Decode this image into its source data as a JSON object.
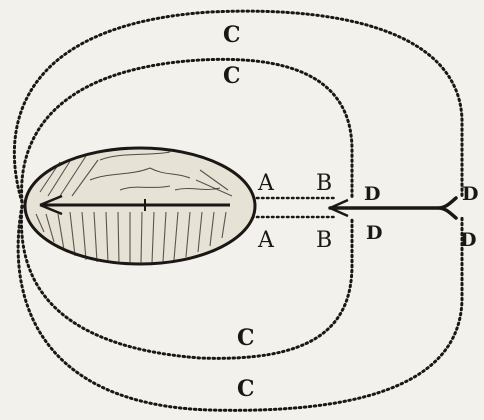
{
  "figure": {
    "labels": {
      "c_upper_outer": "C",
      "c_upper_inner": "C",
      "c_lower_inner": "C",
      "c_lower_outer": "C",
      "a_upper": "A",
      "b_upper": "B",
      "d_upper_inner": "D",
      "d_upper_outer": "D",
      "a_lower": "A",
      "b_lower": "B",
      "d_lower_inner": "D",
      "d_lower_outer": "D"
    },
    "colors": {
      "ink": "#1a1714",
      "paper": "#f3f1ec"
    }
  }
}
